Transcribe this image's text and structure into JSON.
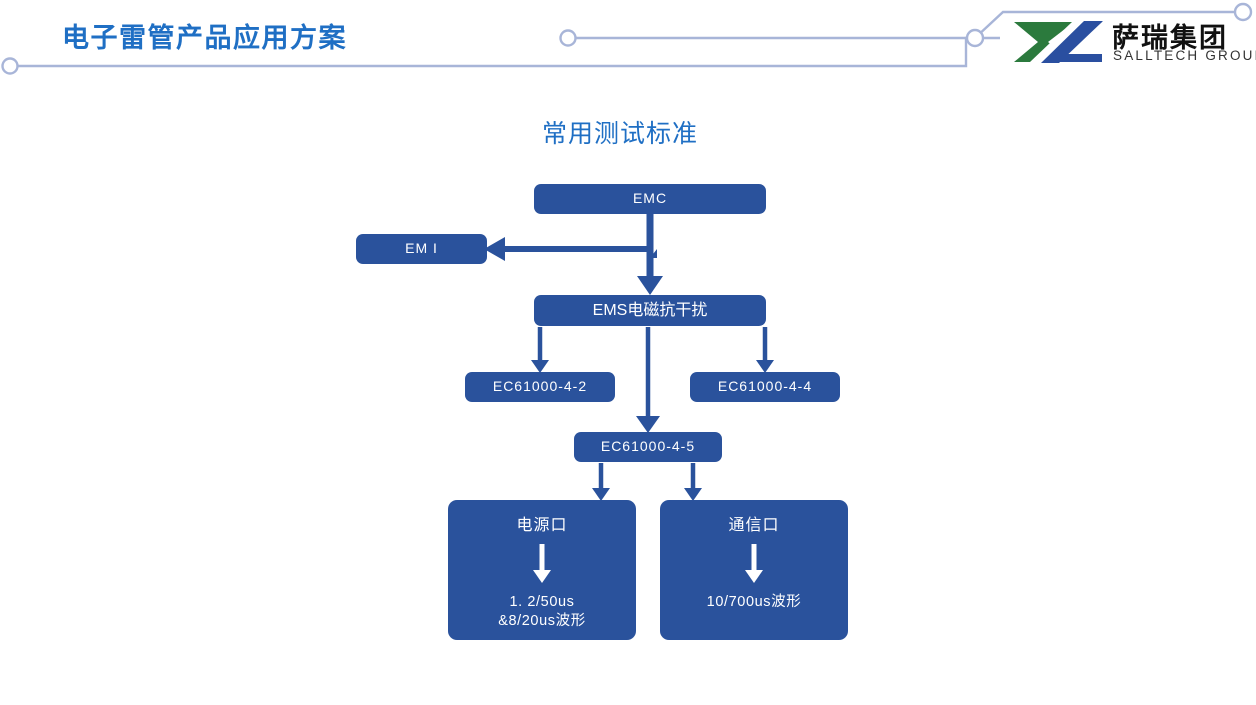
{
  "header": {
    "title": "电子雷管产品应用方案",
    "accent_color": "#1F6FC4",
    "deco_line_color": "#A8B5D8",
    "logo": {
      "mark_name": "salltech-logo-mark",
      "mark_green": "#2B7A3D",
      "mark_blue": "#2A4FA0",
      "name_cn": "萨瑞集团",
      "name_en": "SALLTECH GROUP"
    }
  },
  "section": {
    "title": "常用测试标准"
  },
  "flowchart": {
    "node_fill": "#2A529C",
    "node_text": "#FFFFFF",
    "connector_color": "#2A529C",
    "nodes": [
      {
        "id": "emc",
        "label": "EMC"
      },
      {
        "id": "emi",
        "label": "EM I"
      },
      {
        "id": "ems",
        "label": "EMS电磁抗干扰"
      },
      {
        "id": "ec4_2",
        "label": "EC61000-4-2"
      },
      {
        "id": "ec4_4",
        "label": "EC61000-4-4"
      },
      {
        "id": "ec4_5",
        "label": "EC61000-4-5"
      },
      {
        "id": "power",
        "head": "电源口",
        "arrow": "↓",
        "line1": "1. 2/50us",
        "line2": "&8/20us波形"
      },
      {
        "id": "comm",
        "head": "通信口",
        "arrow": "↓",
        "line1": "10/700us波形",
        "line2": ""
      }
    ]
  }
}
